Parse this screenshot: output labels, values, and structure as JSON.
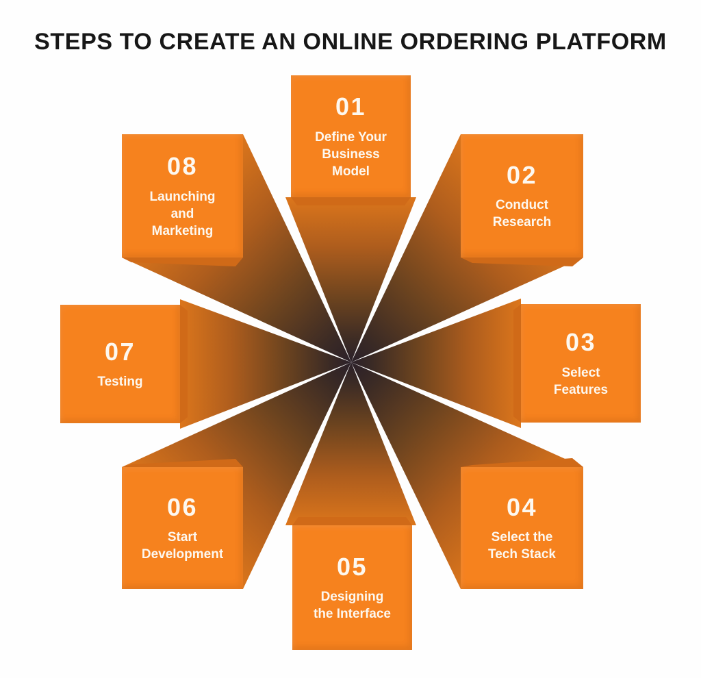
{
  "title": "STEPS TO CREATE AN ONLINE ORDERING PLATFORM",
  "colors": {
    "background": "#FEFEFE",
    "card_orange": "#F6821E",
    "fold_orange": "#D06A18",
    "beam_near": "#DC761C",
    "beam_mid": "#AE5D1D",
    "beam_far": "#6B431F",
    "beam_center": "#2B2029",
    "title_text": "#171717",
    "card_text": "#FDF8F0"
  },
  "steps": [
    {
      "number": "01",
      "label": "Define Your\nBusiness\nModel",
      "position": "top"
    },
    {
      "number": "02",
      "label": "Conduct\nResearch",
      "position": "top-right"
    },
    {
      "number": "03",
      "label": "Select\nFeatures",
      "position": "right"
    },
    {
      "number": "04",
      "label": "Select the\nTech Stack",
      "position": "bottom-right"
    },
    {
      "number": "05",
      "label": "Designing\nthe Interface",
      "position": "bottom"
    },
    {
      "number": "06",
      "label": "Start\nDevelopment",
      "position": "bottom-left"
    },
    {
      "number": "07",
      "label": "Testing",
      "position": "left"
    },
    {
      "number": "08",
      "label": "Launching\nand\nMarketing",
      "position": "top-left"
    }
  ]
}
